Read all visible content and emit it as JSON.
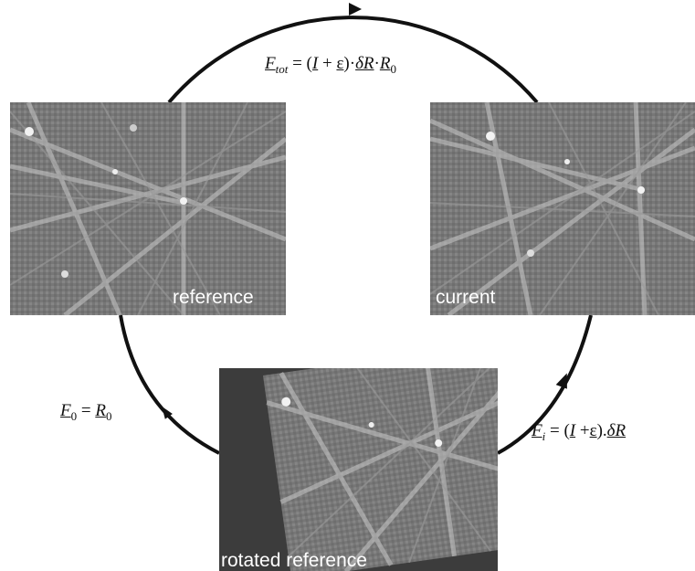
{
  "panels": {
    "reference": {
      "label": "reference"
    },
    "current": {
      "label": "current"
    },
    "rotated": {
      "label": "rotated reference"
    }
  },
  "equations": {
    "top": {
      "lhs_sym": "F",
      "lhs_sub": "tot",
      "eq": " = (",
      "I": "I",
      "plus": " + ",
      "eps": "ε",
      "close": ")·",
      "dR": "δR",
      "dot": "·",
      "R": "R",
      "R_sub": "0"
    },
    "left": {
      "lhs_sym": "F",
      "lhs_sub": "0",
      "eq": " = ",
      "R": "R",
      "R_sub": "0"
    },
    "right": {
      "lhs_sym": "F",
      "lhs_sub": "i",
      "eq": "  = (",
      "I": "I",
      "plus": " +",
      "eps": "ε",
      "close": ").",
      "dR": "δR"
    }
  }
}
